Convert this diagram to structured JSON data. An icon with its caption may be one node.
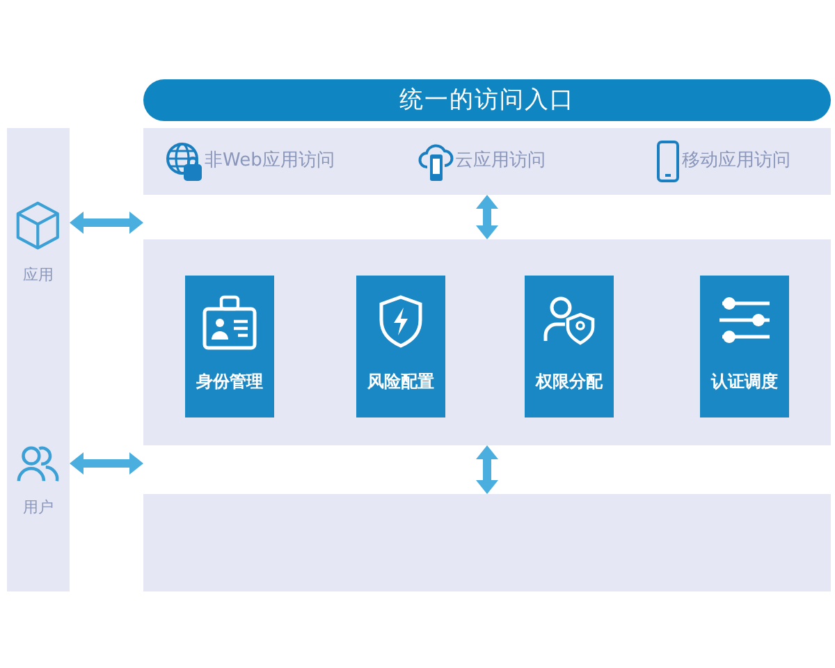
{
  "diagram": {
    "nodes": [
      {
        "text": [
          "统一的访问入口"
        ]
      },
      {
        "text": [
          "非Web应用访问",
          "云应用访问",
          "移动应用访问"
        ]
      },
      {
        "text": [],
        "shape": "box"
      },
      {
        "text": [
          "身份管理"
        ],
        "in": 2
      },
      {
        "text": [
          "风险配置"
        ],
        "in": 2
      },
      {
        "text": [
          "权限分配"
        ],
        "in": 2
      },
      {
        "text": [
          "认证调度"
        ],
        "in": 2
      },
      {
        "text": [],
        "shape": "box"
      },
      {
        "text": [],
        "shape": "box"
      },
      {
        "text": [
          "应用"
        ],
        "in": 8
      },
      {
        "text": [
          "用户"
        ],
        "in": 8
      }
    ],
    "edges": [
      {
        "from": 9,
        "to": 1,
        "arrow": "both"
      },
      {
        "from": 10,
        "to": 7,
        "arrow": "both"
      },
      {
        "from": 1,
        "to": 2,
        "arrow": "both"
      },
      {
        "from": 2,
        "to": 7,
        "arrow": "both"
      }
    ]
  }
}
